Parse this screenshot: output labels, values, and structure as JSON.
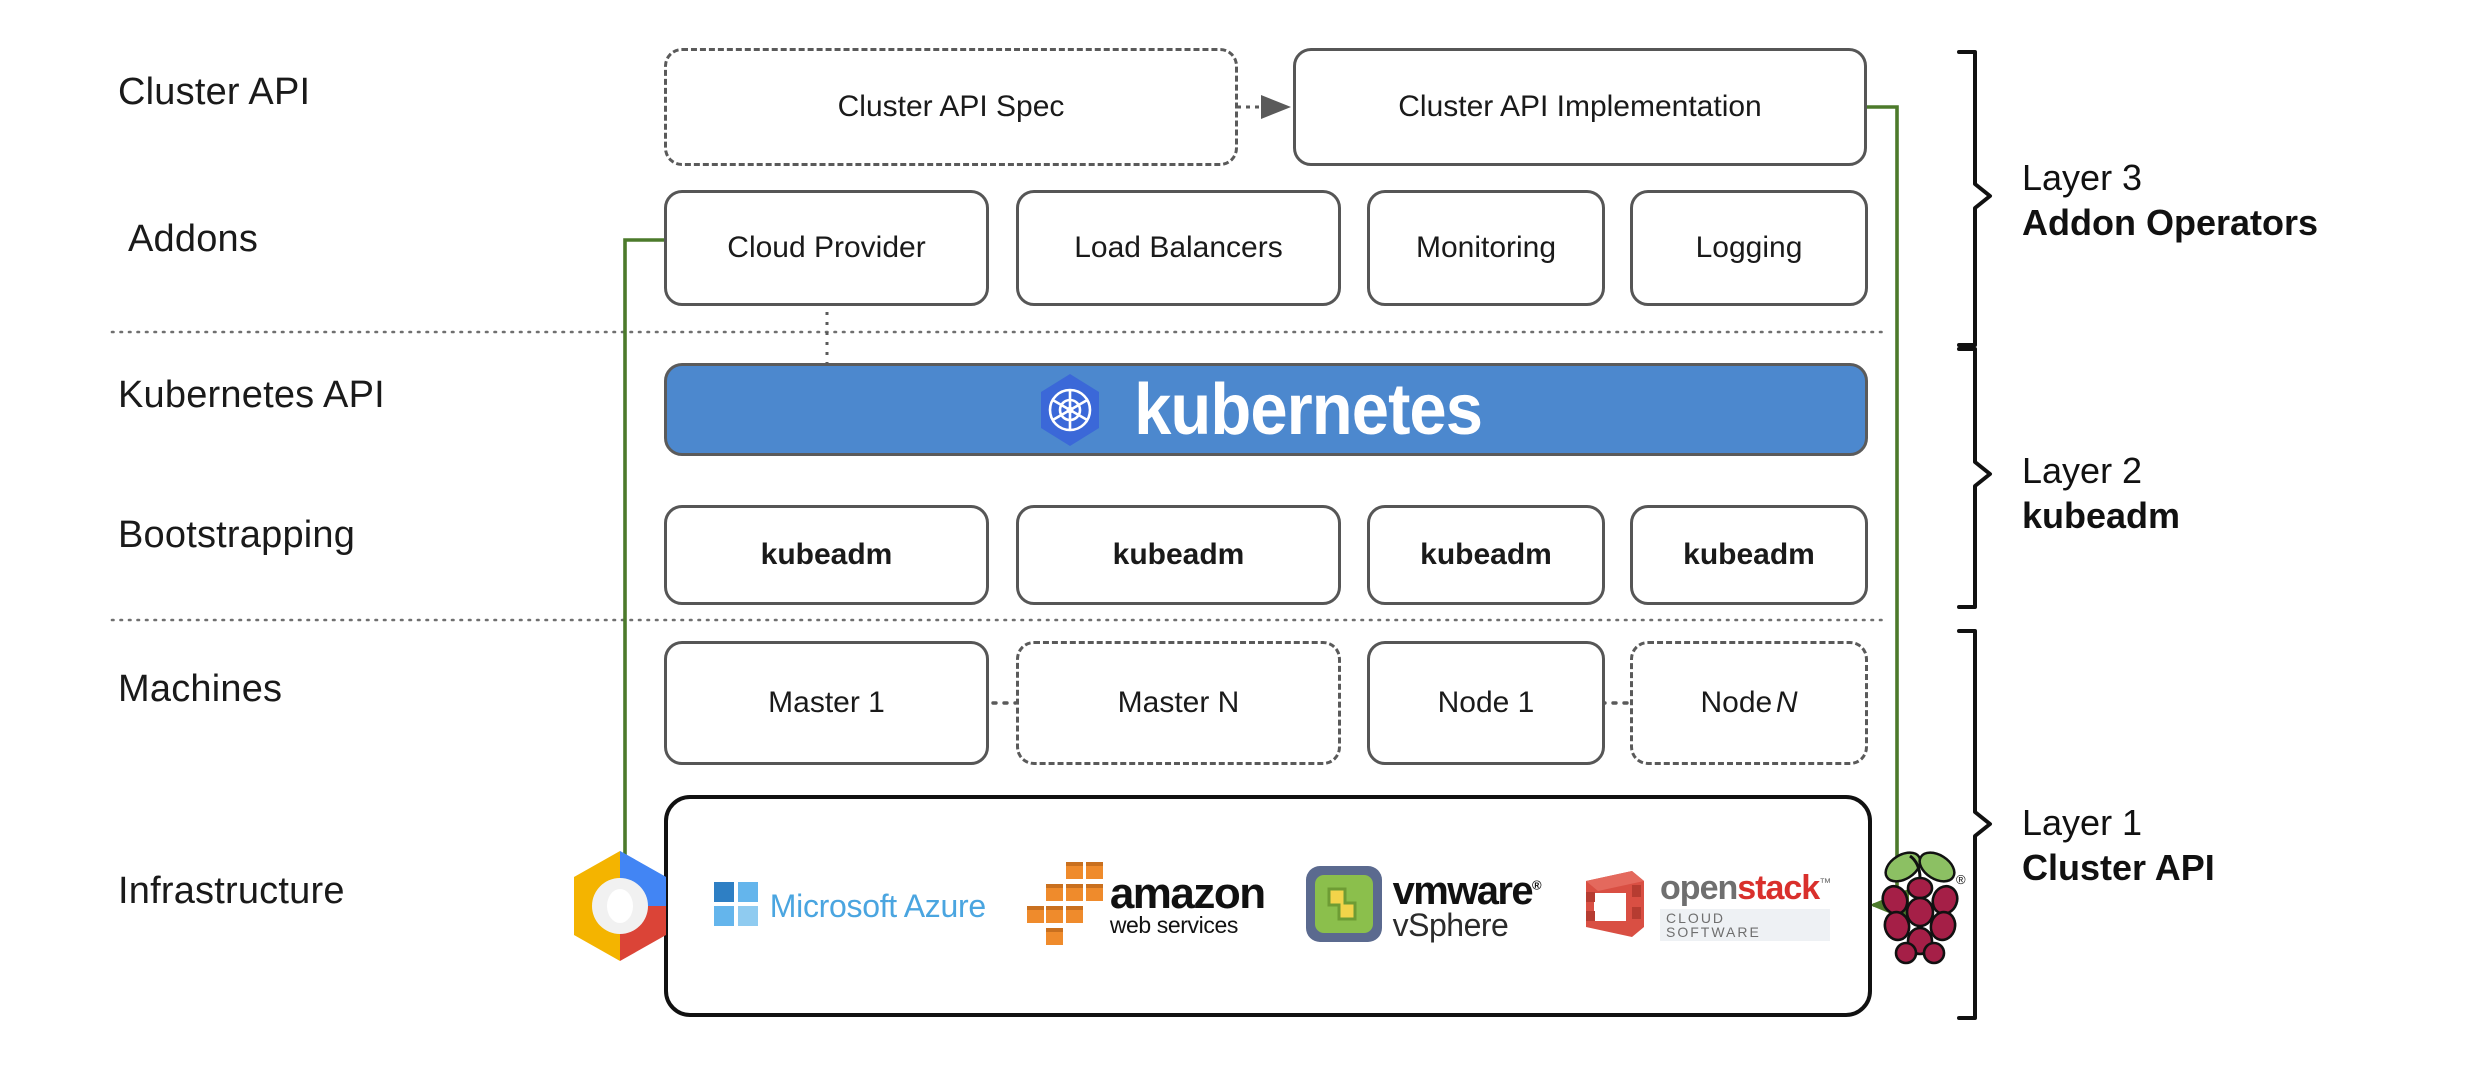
{
  "diagram": {
    "title": "Cluster API layered architecture",
    "colors": {
      "kubernetes_blue": "#4c88ce",
      "arrow_green": "#4c7a2b",
      "box_border": "#565656",
      "divider": "#8a8a8a"
    }
  },
  "row_labels": [
    {
      "id": "cluster-api",
      "text": "Cluster API"
    },
    {
      "id": "addons",
      "text": "Addons"
    },
    {
      "id": "kubernetes-api",
      "text": "Kubernetes API"
    },
    {
      "id": "bootstrapping",
      "text": "Bootstrapping"
    },
    {
      "id": "machines",
      "text": "Machines"
    },
    {
      "id": "infrastructure",
      "text": "Infrastructure"
    }
  ],
  "cluster_api_row": {
    "spec_box": "Cluster API Spec",
    "implementation_box": "Cluster API Implementation"
  },
  "addons_row": {
    "boxes": [
      "Cloud Provider",
      "Load Balancers",
      "Monitoring",
      "Logging"
    ]
  },
  "kubernetes_row": {
    "wordmark": "kubernetes",
    "logo_icon": "kubernetes-helm-icon"
  },
  "bootstrapping_row": {
    "boxes": [
      "kubeadm",
      "kubeadm",
      "kubeadm",
      "kubeadm"
    ]
  },
  "machines_row": {
    "boxes": [
      {
        "label": "Master 1",
        "suffix": "",
        "style": "solid"
      },
      {
        "label": "Master N",
        "suffix": "",
        "style": "dashed"
      },
      {
        "label": "Node 1",
        "suffix": "",
        "style": "solid"
      },
      {
        "label": "Node",
        "suffix": "N",
        "style": "dashed"
      }
    ]
  },
  "infrastructure_row": {
    "providers": [
      {
        "name": "Google Cloud Platform",
        "icon": "google-cloud-icon",
        "text": ""
      },
      {
        "name": "Microsoft Azure",
        "icon": "microsoft-windows-icon",
        "text": "Microsoft Azure"
      },
      {
        "name": "Amazon Web Services",
        "icon": "aws-cubes-icon",
        "text": "amazon",
        "subtext": "web services"
      },
      {
        "name": "VMware vSphere",
        "icon": "vmware-icon",
        "text": "vmware",
        "subtext": "vSphere",
        "trademark": "®"
      },
      {
        "name": "OpenStack",
        "icon": "openstack-icon",
        "text_open": "open",
        "text_stack": "stack",
        "trademark": "™",
        "subtext": "CLOUD SOFTWARE"
      },
      {
        "name": "Raspberry Pi",
        "icon": "raspberry-pi-icon",
        "trademark": "®"
      }
    ]
  },
  "layers": [
    {
      "id": "layer-3",
      "line1": "Layer 3",
      "line2": "Addon Operators"
    },
    {
      "id": "layer-2",
      "line1": "Layer 2",
      "line2": "kubeadm"
    },
    {
      "id": "layer-1",
      "line1": "Layer 1",
      "line2": "Cluster API"
    }
  ]
}
